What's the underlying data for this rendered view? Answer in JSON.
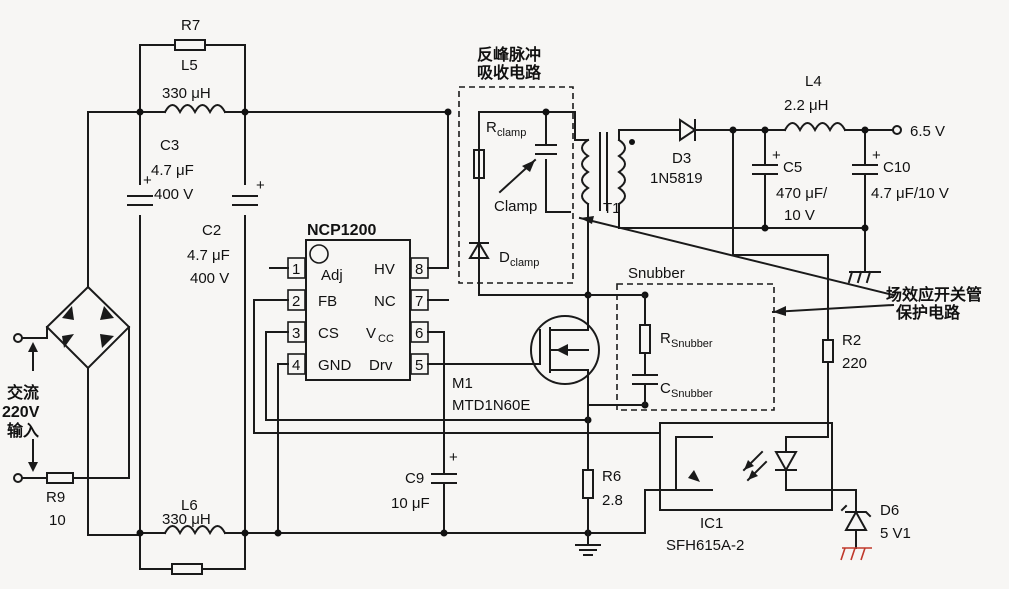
{
  "components": {
    "r7": "R7",
    "l5": "L5",
    "l5_val": "330 μH",
    "c3": "C3",
    "c3_val1": "4.7 μF",
    "c3_val2": "400 V",
    "c2": "C2",
    "c2_val1": "4.7 μF",
    "c2_val2": "400 V",
    "l6": "L6",
    "l6_val": "330 μH",
    "r9": "R9",
    "r9_val": "10",
    "ac_input": [
      "交流",
      "220V",
      "输入"
    ],
    "ic": "NCP1200",
    "pins_left": [
      {
        "num": "1",
        "label": "Adj"
      },
      {
        "num": "2",
        "label": "FB"
      },
      {
        "num": "3",
        "label": "CS"
      },
      {
        "num": "4",
        "label": "GND"
      }
    ],
    "pins_right": [
      {
        "num": "8",
        "label": "HV"
      },
      {
        "num": "7",
        "label": "NC"
      },
      {
        "num": "6",
        "label": "V"
      },
      {
        "num": "5",
        "label": "Drv"
      }
    ],
    "vcc_sub": "CC",
    "clamp_title": [
      "反峰脉冲",
      "吸收电路"
    ],
    "r_clamp": "R",
    "r_clamp_sub": "clamp",
    "clamp": "Clamp",
    "d_clamp": "D",
    "d_clamp_sub": "clamp",
    "t1": "T1",
    "d3": "D3",
    "d3_val": "1N5819",
    "l4": "L4",
    "l4_val": "2.2 μH",
    "c5": "C5",
    "c5_val1": "470 μF/",
    "c5_val2": "10 V",
    "c10": "C10",
    "c10_val": "4.7 μF/10 V",
    "vout": "6.5 V",
    "snubber": "Snubber",
    "r_snubber": "R",
    "r_snubber_sub": "Snubber",
    "c_snubber": "C",
    "c_snubber_sub": "Snubber",
    "protect": [
      "场效应开关管",
      "保护电路"
    ],
    "r2": "R2",
    "r2_val": "220",
    "m1": "M1",
    "m1_val": "MTD1N60E",
    "c9": "C9",
    "c9_val": "10 μF",
    "r6": "R6",
    "r6_val": "2.8",
    "ic1": "IC1",
    "ic1_val": "SFH615A-2",
    "d6": "D6",
    "d6_val": "5 V1",
    "plus": "+"
  }
}
